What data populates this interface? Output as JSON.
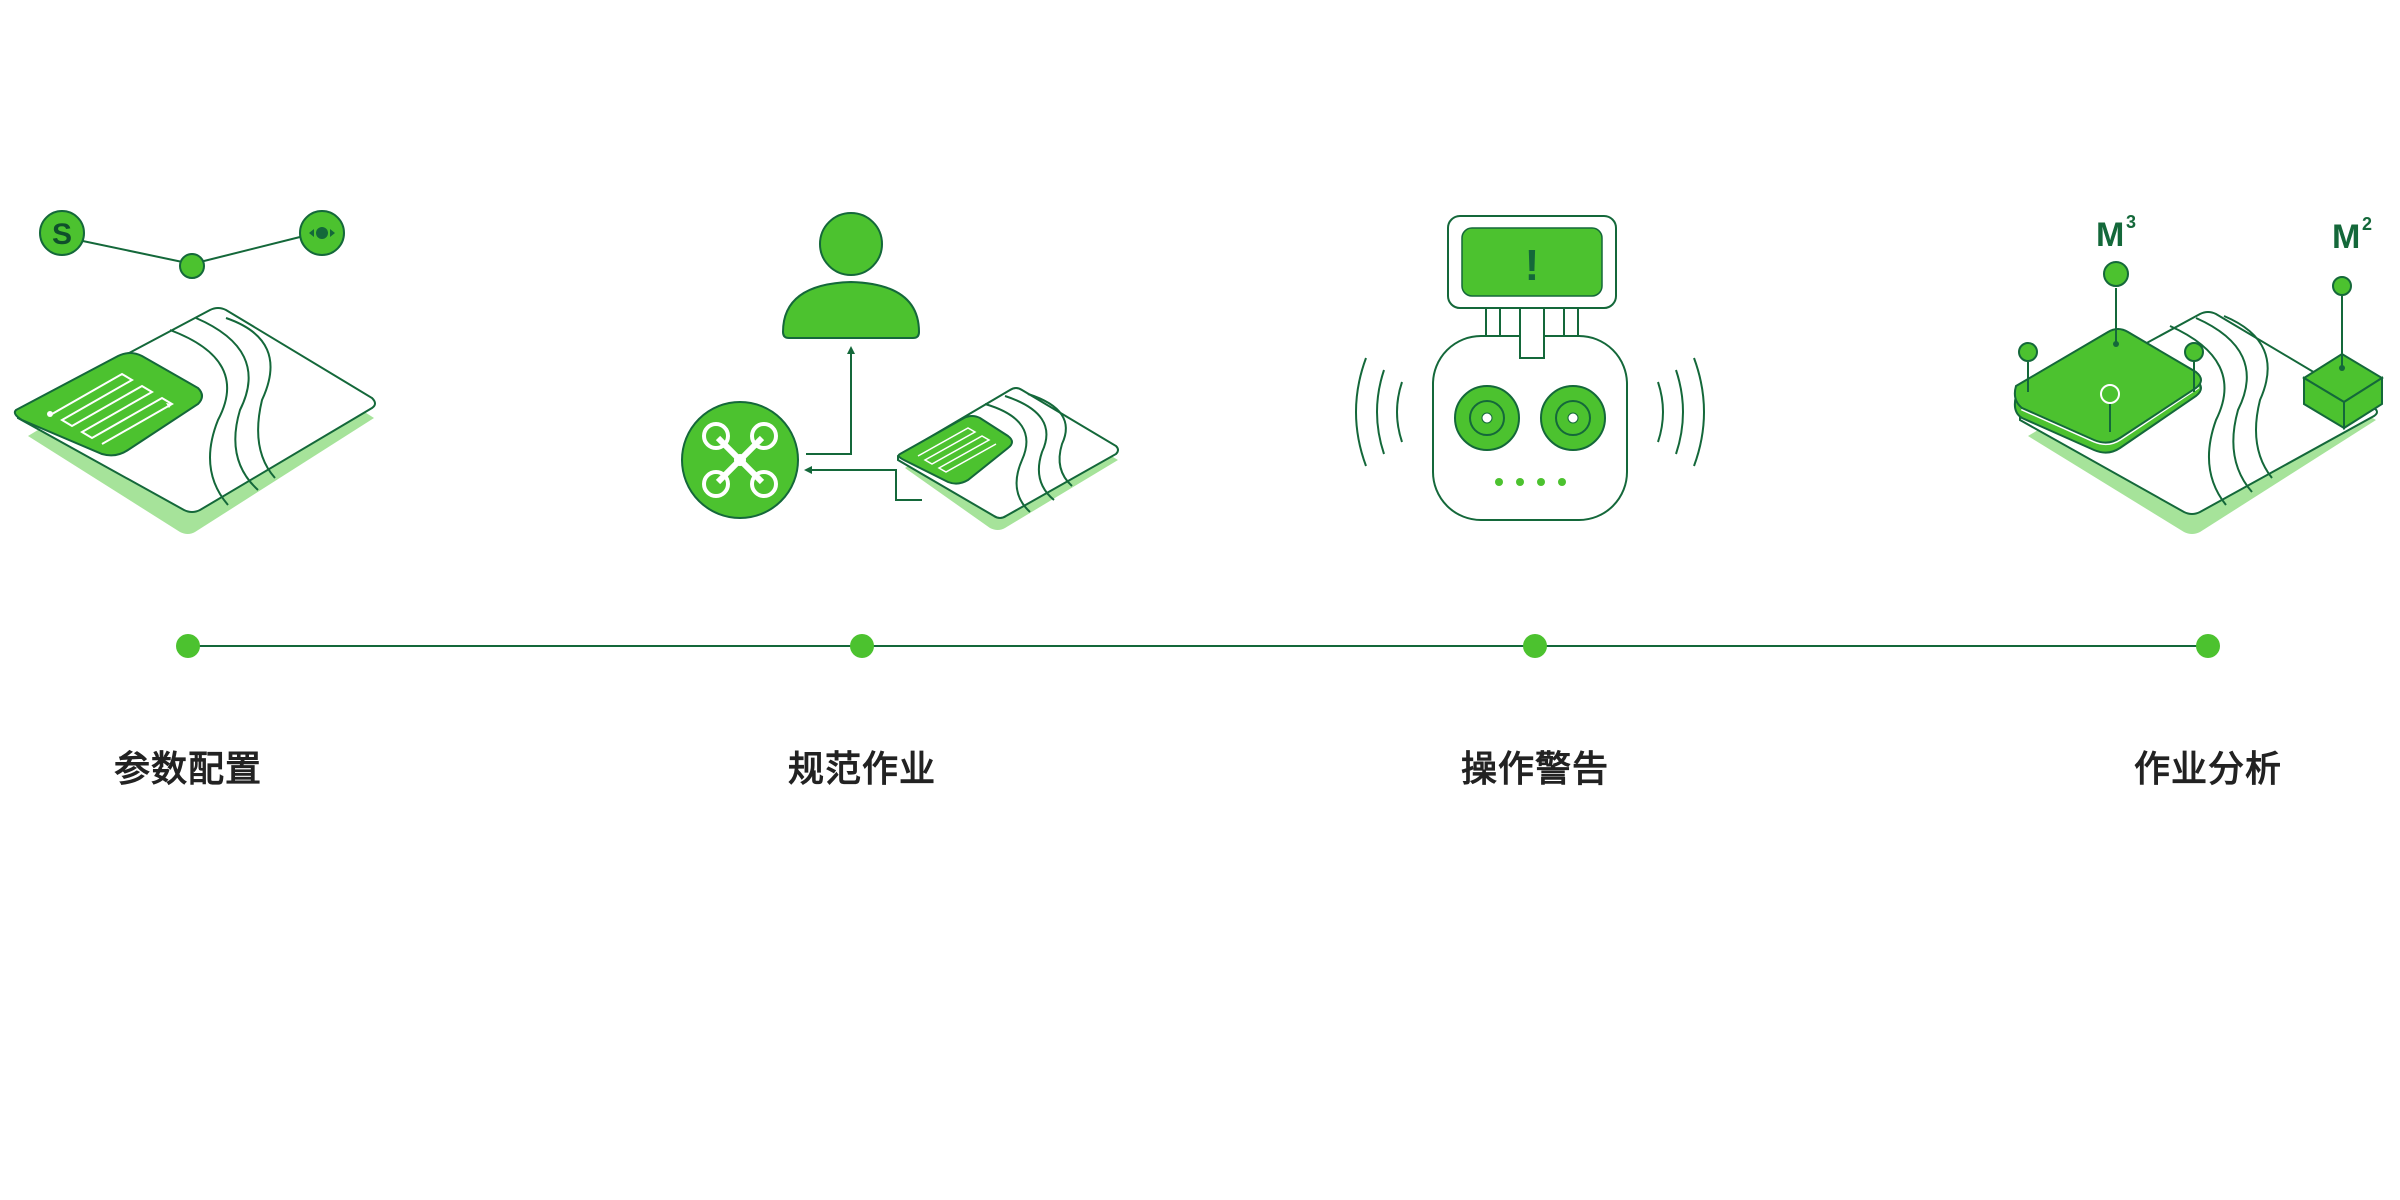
{
  "colors": {
    "accent": "#4cc22f",
    "stroke": "#14683a",
    "shadow": "#a6e39a",
    "text": "#222222",
    "background": "#ffffff"
  },
  "steps": [
    {
      "label": "参数配置",
      "icon": "field-route-parameter-icon"
    },
    {
      "label": "规范作业",
      "icon": "pilot-drone-standard-operation-icon"
    },
    {
      "label": "操作警告",
      "icon": "remote-controller-warning-icon"
    },
    {
      "label": "作业分析",
      "icon": "volume-area-analysis-icon"
    }
  ],
  "icon_text": {
    "s_marker": "S",
    "warning_mark": "!",
    "volume_label": "M",
    "volume_sup": "3",
    "area_label": "M",
    "area_sup": "2"
  }
}
